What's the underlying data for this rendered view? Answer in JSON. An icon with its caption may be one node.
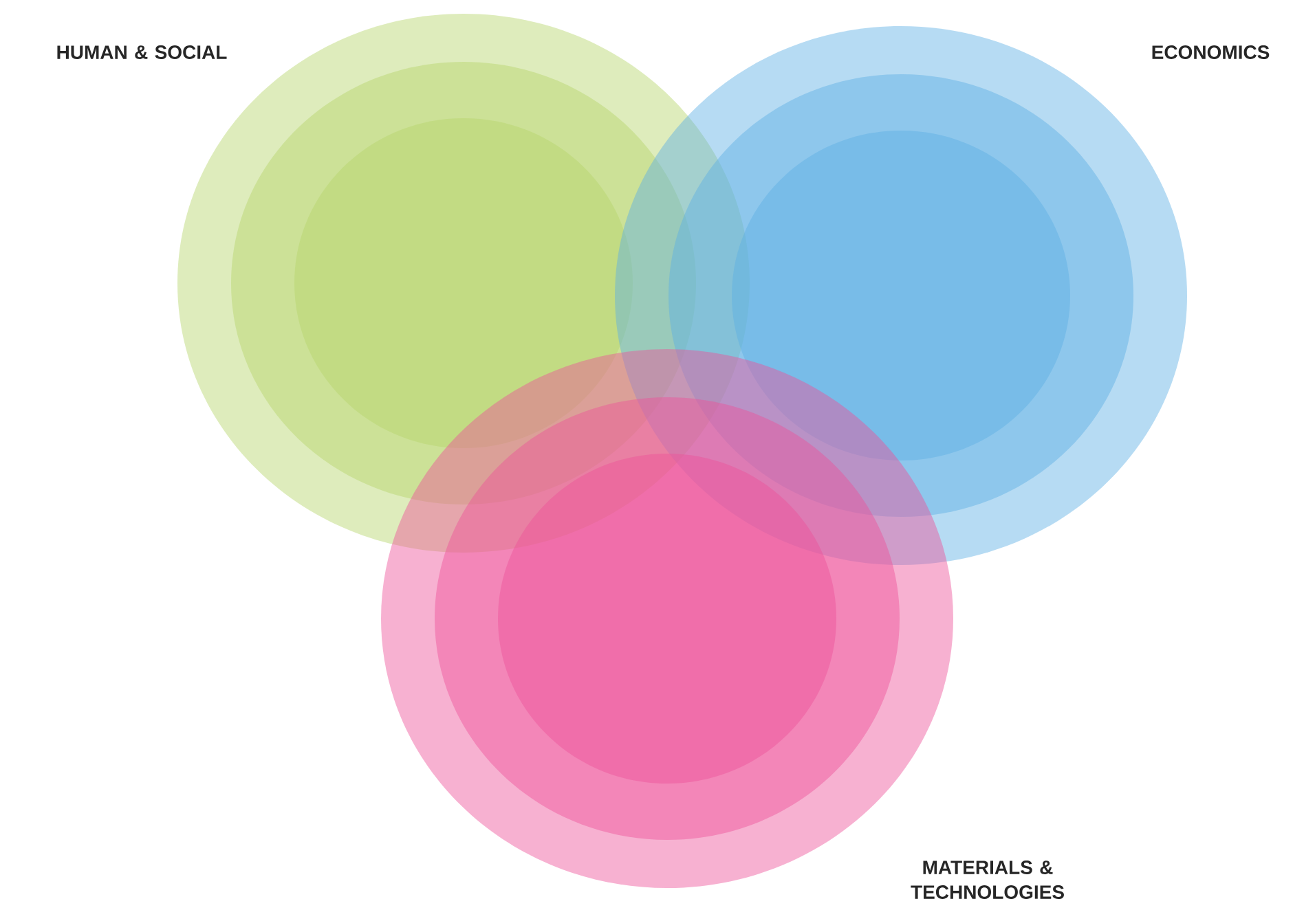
{
  "diagram": {
    "nodes": [
      {
        "text": [
          "HUMAN & SOCIAL"
        ]
      },
      {
        "text": [],
        "shape": "circle",
        "in": 0
      },
      {
        "text": [],
        "shape": "circle",
        "in": 1
      },
      {
        "text": [
          "ECONOMICS"
        ]
      },
      {
        "text": [],
        "shape": "circle",
        "in": 3
      },
      {
        "text": [],
        "shape": "circle",
        "in": 4
      },
      {
        "text": [
          "MATERIALS & TECHNOLOGIES"
        ]
      },
      {
        "text": [],
        "shape": "circle",
        "in": 6
      },
      {
        "text": [],
        "shape": "circle",
        "in": 7
      }
    ]
  }
}
